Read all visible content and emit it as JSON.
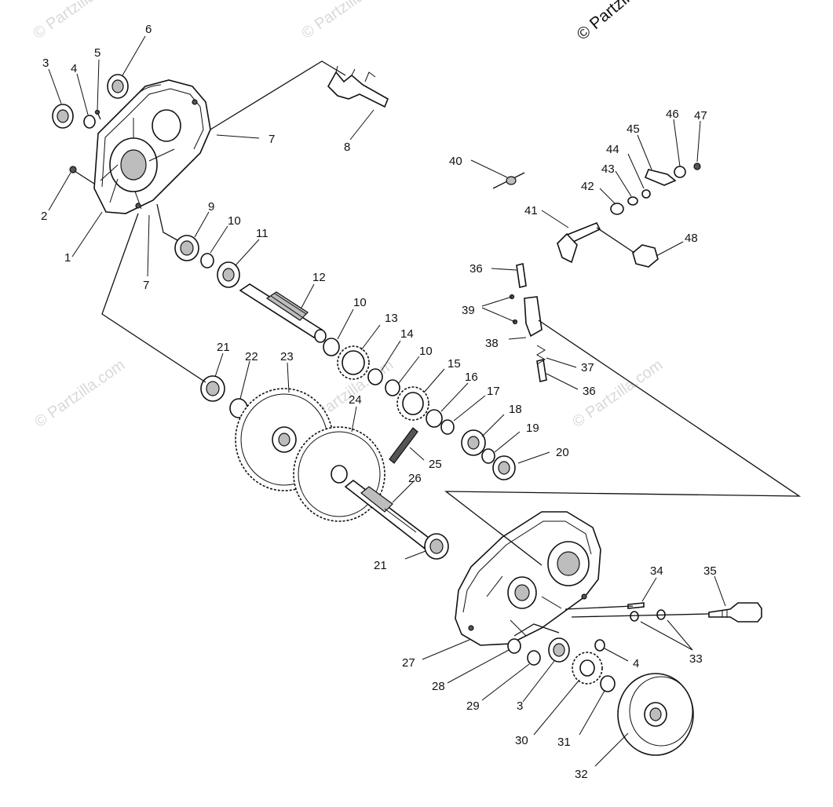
{
  "copyright": "© Partzilla.com",
  "watermark": "© Partzilla.com",
  "callouts": [
    {
      "n": "1"
    },
    {
      "n": "2"
    },
    {
      "n": "3"
    },
    {
      "n": "4"
    },
    {
      "n": "5"
    },
    {
      "n": "6"
    },
    {
      "n": "7"
    },
    {
      "n": "7"
    },
    {
      "n": "8"
    },
    {
      "n": "9"
    },
    {
      "n": "10"
    },
    {
      "n": "10"
    },
    {
      "n": "10"
    },
    {
      "n": "11"
    },
    {
      "n": "12"
    },
    {
      "n": "13"
    },
    {
      "n": "14"
    },
    {
      "n": "15"
    },
    {
      "n": "16"
    },
    {
      "n": "17"
    },
    {
      "n": "18"
    },
    {
      "n": "19"
    },
    {
      "n": "20"
    },
    {
      "n": "21"
    },
    {
      "n": "21"
    },
    {
      "n": "22"
    },
    {
      "n": "23"
    },
    {
      "n": "24"
    },
    {
      "n": "25"
    },
    {
      "n": "26"
    },
    {
      "n": "27"
    },
    {
      "n": "28"
    },
    {
      "n": "29"
    },
    {
      "n": "3"
    },
    {
      "n": "4"
    },
    {
      "n": "30"
    },
    {
      "n": "31"
    },
    {
      "n": "32"
    },
    {
      "n": "33"
    },
    {
      "n": "34"
    },
    {
      "n": "35"
    },
    {
      "n": "36"
    },
    {
      "n": "36"
    },
    {
      "n": "37"
    },
    {
      "n": "38"
    },
    {
      "n": "39"
    },
    {
      "n": "40"
    },
    {
      "n": "41"
    },
    {
      "n": "42"
    },
    {
      "n": "43"
    },
    {
      "n": "44"
    },
    {
      "n": "45"
    },
    {
      "n": "46"
    },
    {
      "n": "47"
    },
    {
      "n": "48"
    }
  ]
}
